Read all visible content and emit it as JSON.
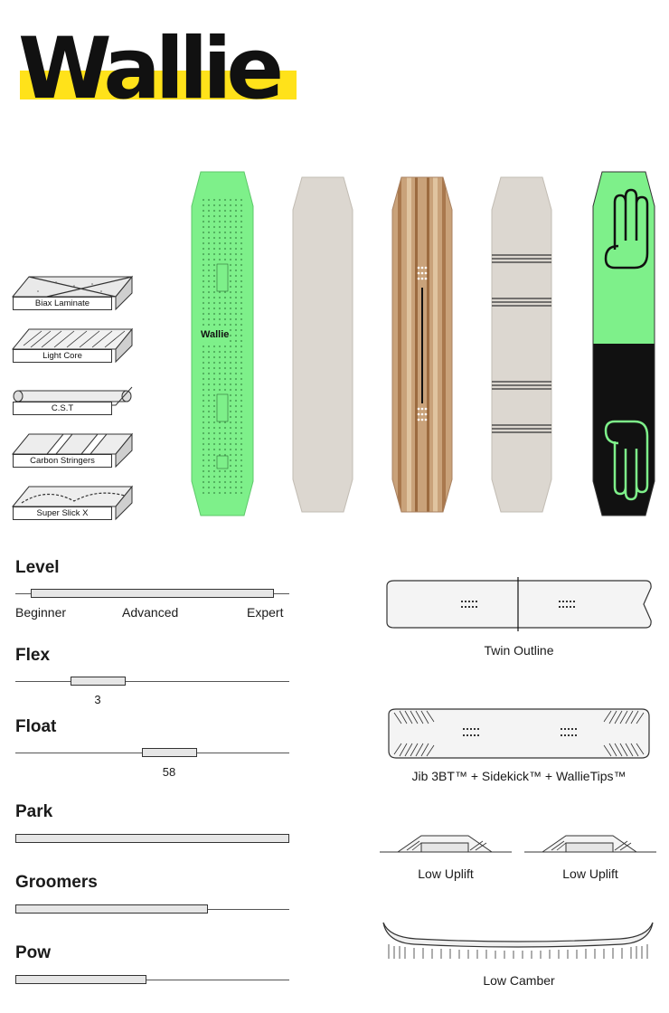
{
  "brand_title": "Wallie",
  "colors": {
    "highlight": "#ffe21a",
    "board_green": "#7ef08a",
    "board_black": "#111111",
    "board_wood": "#c9a27a",
    "board_linen": "#dcd7d0"
  },
  "boards": [
    {
      "name": "top-sheet-green",
      "text": "Wallie"
    },
    {
      "name": "core-linen"
    },
    {
      "name": "core-wood"
    },
    {
      "name": "core-stringers"
    },
    {
      "name": "base-hand-graphic"
    }
  ],
  "layers": [
    {
      "label": "Biax Laminate",
      "icon": "biax-laminate-icon"
    },
    {
      "label": "Light Core",
      "icon": "light-core-icon"
    },
    {
      "label": "C.S.T",
      "icon": "cst-icon"
    },
    {
      "label": "Carbon Stringers",
      "icon": "carbon-stringers-icon"
    },
    {
      "label": "Super Slick X",
      "icon": "super-slick-icon"
    }
  ],
  "ratings": {
    "level": {
      "title": "Level",
      "labels": [
        "Beginner",
        "Advanced",
        "Expert"
      ],
      "range": [
        0.05,
        0.94
      ]
    },
    "flex": {
      "title": "Flex",
      "value": "3",
      "position": 0.3
    },
    "float": {
      "title": "Float",
      "value": "58",
      "position": 0.56
    },
    "park": {
      "title": "Park",
      "fill": 1.0
    },
    "groomers": {
      "title": "Groomers",
      "fill": 0.7
    },
    "pow": {
      "title": "Pow",
      "fill": 0.47
    }
  },
  "specs": {
    "outline": "Twin Outline",
    "tech": "Jib 3BT™ + Sidekick™ + WallieTips™",
    "uplift_left": "Low Uplift",
    "uplift_right": "Low Uplift",
    "camber": "Low Camber"
  }
}
